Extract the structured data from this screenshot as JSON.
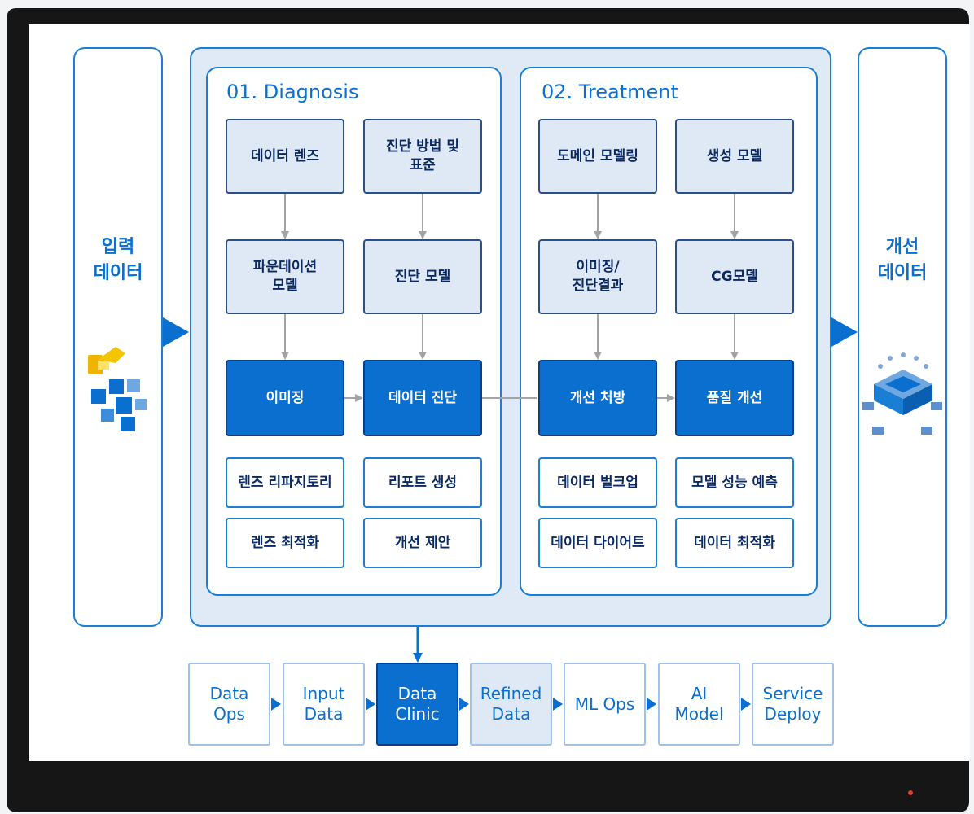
{
  "colors": {
    "accent": "#0a6fcf",
    "panel": "#dfeaf6",
    "border": "#1a7fd4",
    "dark_text": "#0b2a63",
    "bezel": "#161616"
  },
  "input_panel": {
    "title": "입력\n데이터",
    "icon": "data-cubes-icon"
  },
  "output_panel": {
    "title": "개선\n데이터",
    "icon": "network-cube-icon"
  },
  "diagnosis": {
    "title": "01. Diagnosis",
    "top_left": "데이터 렌즈",
    "top_right": "진단 방법 및\n표준",
    "mid_left": "파운데이션\n모델",
    "mid_right": "진단 모델",
    "main_left": "이미징",
    "main_right": "데이터 진단",
    "sub": [
      "렌즈 리파지토리",
      "리포트 생성",
      "렌즈 최적화",
      "개선 제안"
    ]
  },
  "treatment": {
    "title": "02. Treatment",
    "top_left": "도메인 모델링",
    "top_right": "생성 모델",
    "mid_left": "이미징/\n진단결과",
    "mid_right": "CG모델",
    "main_left": "개선 처방",
    "main_right": "품질 개선",
    "sub": [
      "데이터 벌크업",
      "모델 성능 예측",
      "데이터 다이어트",
      "데이터 최적화"
    ]
  },
  "flow": [
    {
      "label": "Data\nOps",
      "style": "white"
    },
    {
      "label": "Input\nData",
      "style": "white"
    },
    {
      "label": "Data\nClinic",
      "style": "dark"
    },
    {
      "label": "Refined\nData",
      "style": "light"
    },
    {
      "label": "ML Ops",
      "style": "white"
    },
    {
      "label": "AI\nModel",
      "style": "white"
    },
    {
      "label": "Service\nDeploy",
      "style": "white"
    }
  ]
}
